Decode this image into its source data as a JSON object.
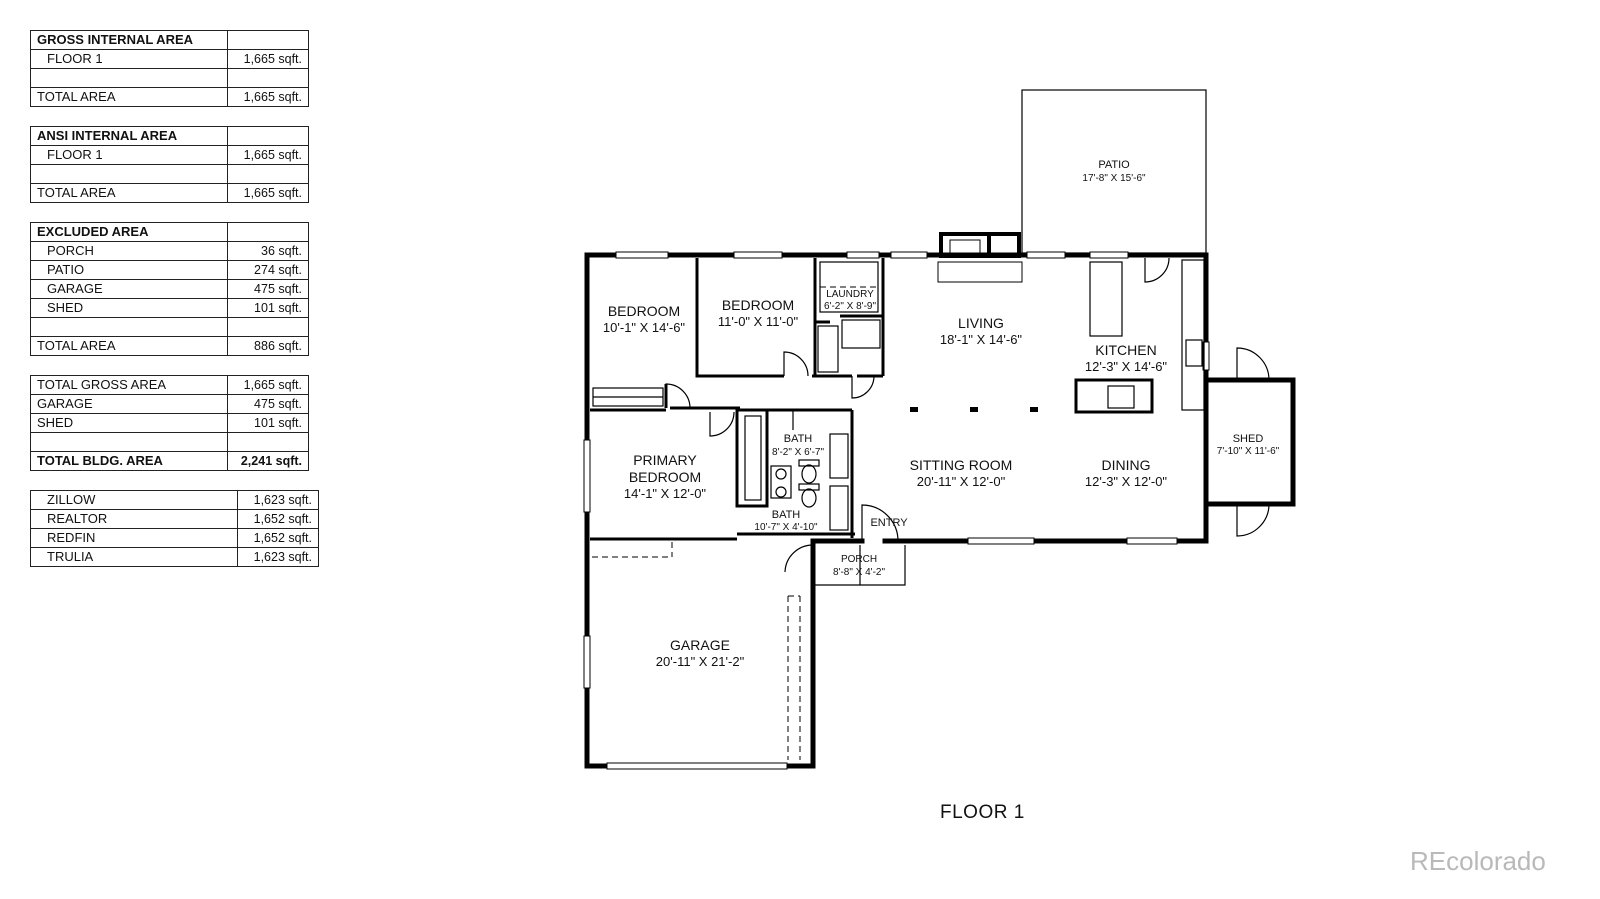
{
  "tables": [
    {
      "rows": [
        {
          "label": "GROSS INTERNAL AREA",
          "value": "",
          "bold": true,
          "indent": false
        },
        {
          "label": "FLOOR 1",
          "value": "1,665 sqft.",
          "bold": false,
          "indent": true
        },
        {
          "label": "",
          "value": "",
          "bold": false,
          "indent": false
        },
        {
          "label": "TOTAL AREA",
          "value": "1,665 sqft.",
          "bold": false,
          "indent": false
        }
      ]
    },
    {
      "rows": [
        {
          "label": "ANSI INTERNAL AREA",
          "value": "",
          "bold": true,
          "indent": false
        },
        {
          "label": "FLOOR 1",
          "value": "1,665 sqft.",
          "bold": false,
          "indent": true
        },
        {
          "label": "",
          "value": "",
          "bold": false,
          "indent": false
        },
        {
          "label": "TOTAL AREA",
          "value": "1,665 sqft.",
          "bold": false,
          "indent": false
        }
      ]
    },
    {
      "rows": [
        {
          "label": "EXCLUDED AREA",
          "value": "",
          "bold": true,
          "indent": false
        },
        {
          "label": "PORCH",
          "value": "36 sqft.",
          "bold": false,
          "indent": true
        },
        {
          "label": "PATIO",
          "value": "274 sqft.",
          "bold": false,
          "indent": true
        },
        {
          "label": "GARAGE",
          "value": "475 sqft.",
          "bold": false,
          "indent": true
        },
        {
          "label": "SHED",
          "value": "101 sqft.",
          "bold": false,
          "indent": true
        },
        {
          "label": "",
          "value": "",
          "bold": false,
          "indent": false
        },
        {
          "label": "TOTAL AREA",
          "value": "886 sqft.",
          "bold": false,
          "indent": false
        }
      ]
    },
    {
      "rows": [
        {
          "label": "TOTAL GROSS AREA",
          "value": "1,665 sqft.",
          "bold": false,
          "indent": false
        },
        {
          "label": "GARAGE",
          "value": "475 sqft.",
          "bold": false,
          "indent": false
        },
        {
          "label": "SHED",
          "value": "101 sqft.",
          "bold": false,
          "indent": false
        },
        {
          "label": "",
          "value": "",
          "bold": false,
          "indent": false
        },
        {
          "label": "TOTAL BLDG. AREA",
          "value": "2,241 sqft.",
          "bold": true,
          "indent": false
        }
      ]
    },
    {
      "rows": [
        {
          "label": "ZILLOW",
          "value": "1,623 sqft.",
          "bold": false,
          "indent": true
        },
        {
          "label": "REALTOR",
          "value": "1,652 sqft.",
          "bold": false,
          "indent": true
        },
        {
          "label": "REDFIN",
          "value": "1,652 sqft.",
          "bold": false,
          "indent": true
        },
        {
          "label": "TRULIA",
          "value": "1,623 sqft.",
          "bold": false,
          "indent": true
        }
      ]
    }
  ],
  "rooms": {
    "patio": {
      "name": "PATIO",
      "dims": "17'-8\" X 15'-6\""
    },
    "bedroom_1": {
      "name": "BEDROOM",
      "dims": "10'-1\" X 14'-6\""
    },
    "bedroom_2": {
      "name": "BEDROOM",
      "dims": "11'-0\" X 11'-0\""
    },
    "laundry": {
      "name": "LAUNDRY",
      "dims": "6'-2\" X 8'-9\""
    },
    "living": {
      "name": "LIVING",
      "dims": "18'-1\" X 14'-6\""
    },
    "kitchen": {
      "name": "KITCHEN",
      "dims": "12'-3\" X 14'-6\""
    },
    "shed": {
      "name": "SHED",
      "dims": "7'-10\" X 11'-6\""
    },
    "primary_bedroom": {
      "name_1": "PRIMARY",
      "name_2": "BEDROOM",
      "dims": "14'-1\" X 12'-0\""
    },
    "bath_1": {
      "name": "BATH",
      "dims": "8'-2\" X 6'-7\""
    },
    "bath_2": {
      "name": "BATH",
      "dims": "10'-7\" X 4'-10\""
    },
    "sitting_room": {
      "name": "SITTING ROOM",
      "dims": "20'-11\" X 12'-0\""
    },
    "dining": {
      "name": "DINING",
      "dims": "12'-3\" X 12'-0\""
    },
    "entry": {
      "name": "ENTRY"
    },
    "porch": {
      "name": "PORCH",
      "dims": "8'-8\" X 4'-2\""
    },
    "garage": {
      "name": "GARAGE",
      "dims": "20'-11\" X 21'-2\""
    }
  },
  "floor_label": "FLOOR 1",
  "watermark": "REcolorado"
}
